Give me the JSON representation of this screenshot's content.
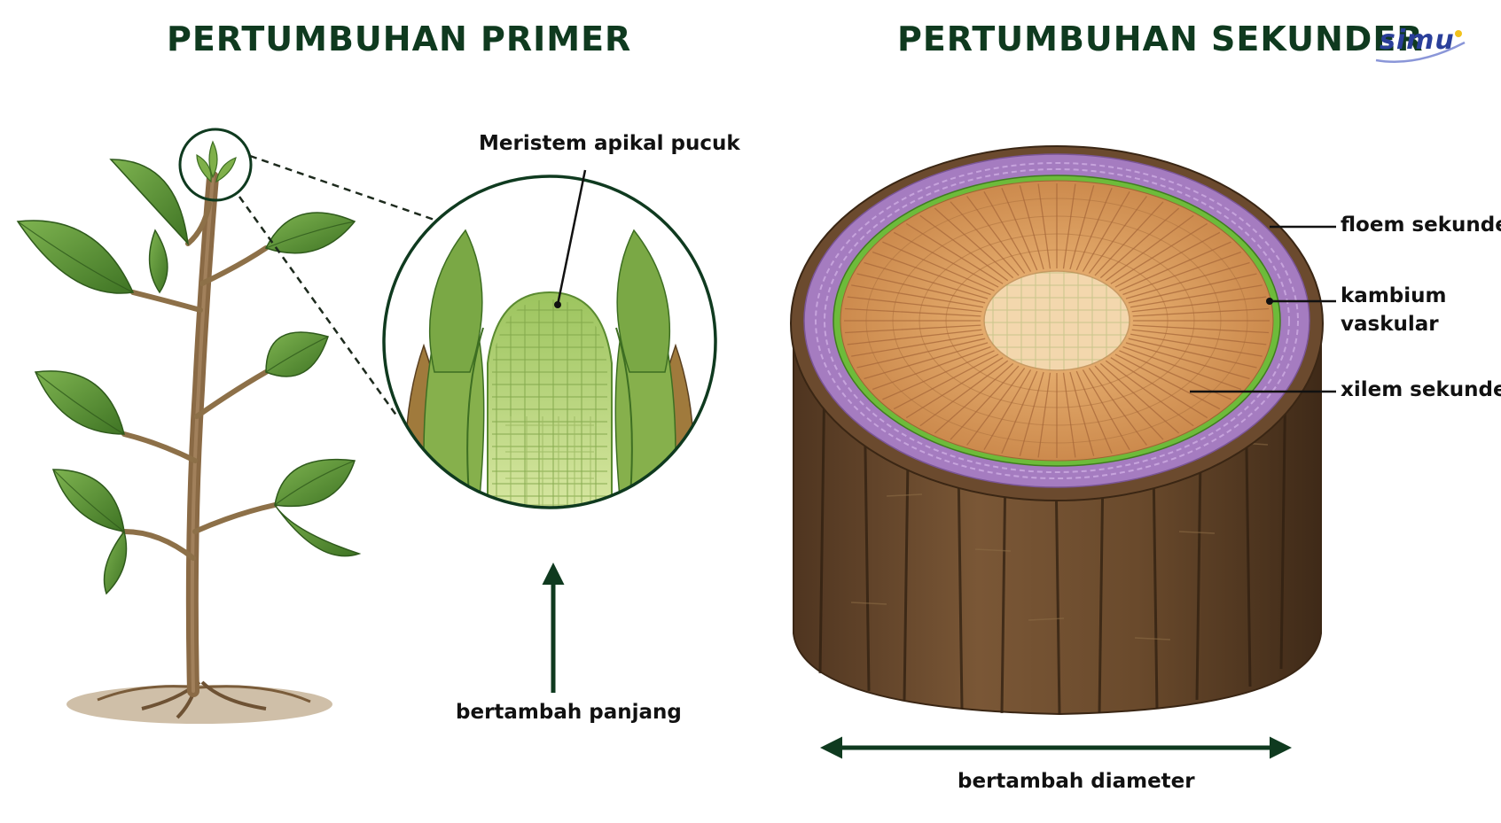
{
  "titles": {
    "primary": "PERTUMBUHAN PRIMER",
    "secondary": "PERTUMBUHAN SEKUNDER"
  },
  "logo": {
    "text": "simu"
  },
  "labels": {
    "meristem": "Meristem apikal pucuk",
    "panjang": "bertambah panjang",
    "floem": "floem sekunder",
    "kambium_line1": "kambium",
    "kambium_line2": "vaskular",
    "xilem": "xilem sekunder",
    "diameter": "bertambah diameter"
  },
  "colors": {
    "title": "#0f3a1f",
    "leaf": "#5f9a3a",
    "leaf_dark": "#3d6e22",
    "stem": "#8a6a45",
    "phloem": "#a57cc0",
    "cambium": "#6dbb3a",
    "xylem": "#d99a5c",
    "pith": "#efc998",
    "bark": "#6b4a2e"
  }
}
